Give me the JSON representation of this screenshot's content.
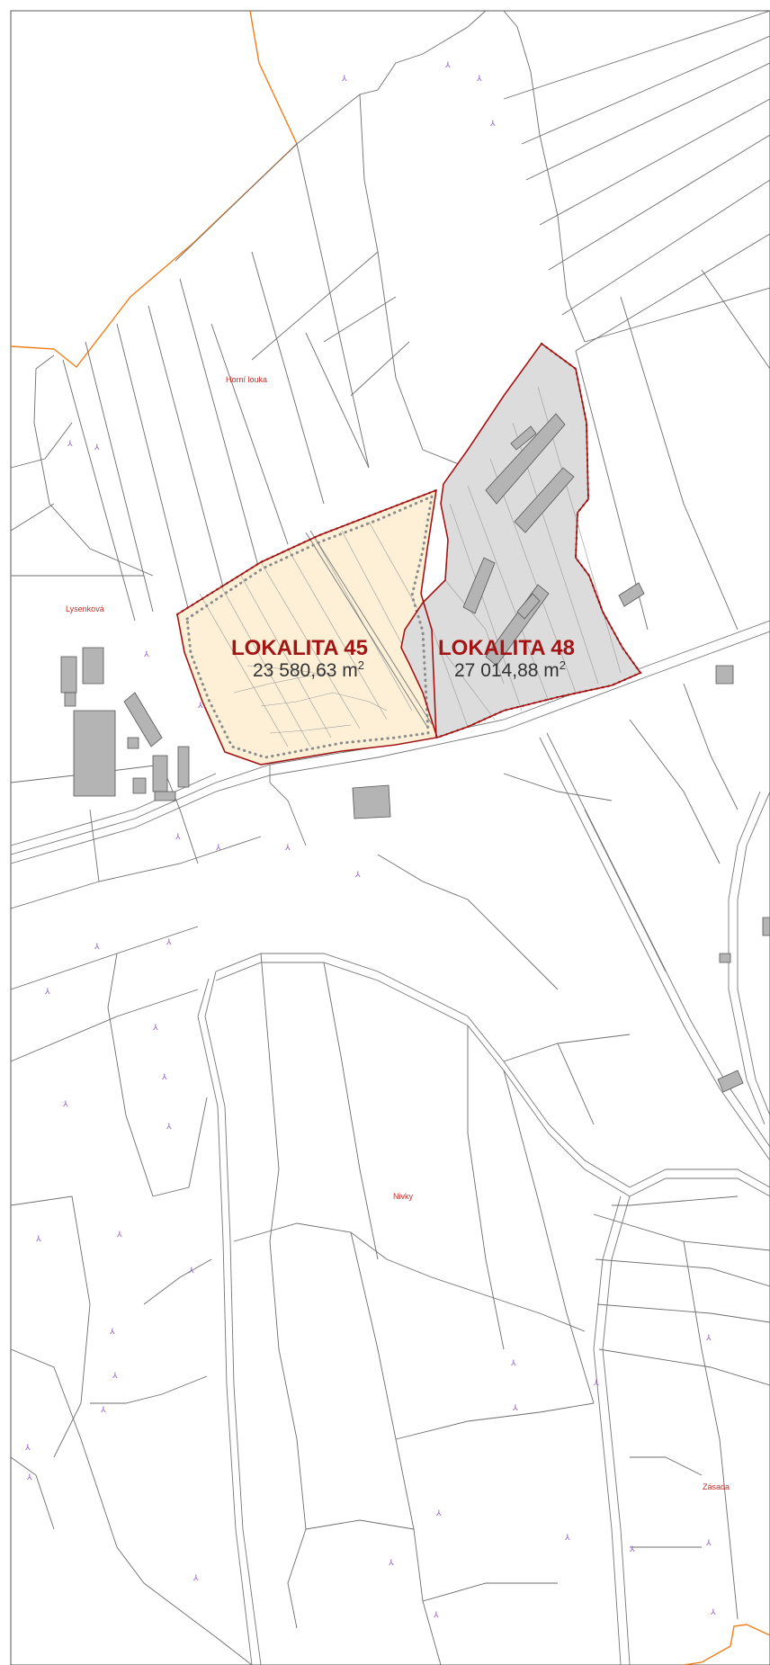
{
  "map": {
    "localities": [
      {
        "id": "45",
        "title": "LOKALITA 45",
        "area": "23 580,63 m",
        "unit_sup": "2",
        "fill": "#fdf0d6"
      },
      {
        "id": "48",
        "title": "LOKALITA 48",
        "area": "27 014,88 m",
        "unit_sup": "2",
        "fill": "#dcdcdc"
      }
    ],
    "place_names": [
      "Horní louka",
      "Lysenková",
      "Nivky",
      "Zásada"
    ],
    "colors": {
      "locality_outline": "#a31515",
      "cadastral_boundary": "#f07f1a",
      "parcel_lines": "#6e6e6e",
      "buildings": "#b4b4b4",
      "tree_symbols": "#8a54c9"
    },
    "tree_symbol": "⅄"
  }
}
